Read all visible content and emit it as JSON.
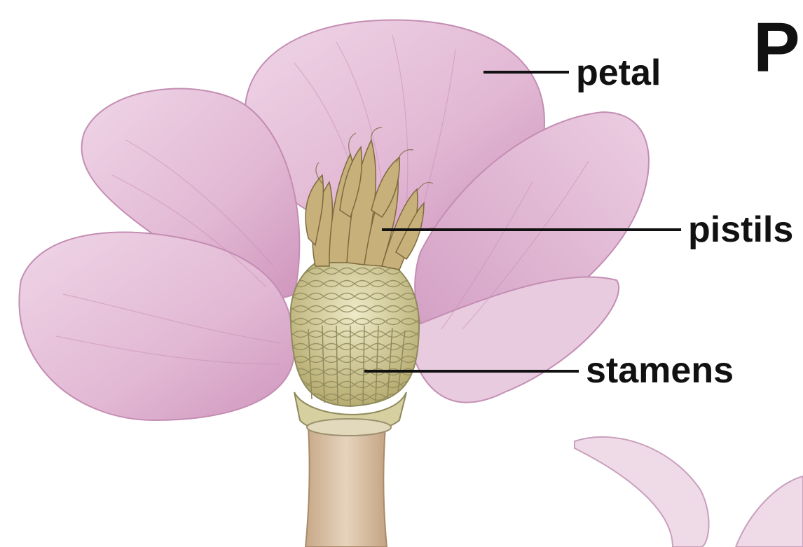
{
  "heading": "P",
  "labels": {
    "petal": "petal",
    "pistils": "pistils",
    "stamens": "stamens"
  },
  "colors": {
    "petal": "#e7c4dc",
    "petal_shade": "#c98fb6",
    "pistil": "#b8a066",
    "receptacle": "#d9d3a6",
    "stem": "#d8c0a2",
    "leader_line": "#111111"
  },
  "icons": [
    "flower-illustration"
  ]
}
